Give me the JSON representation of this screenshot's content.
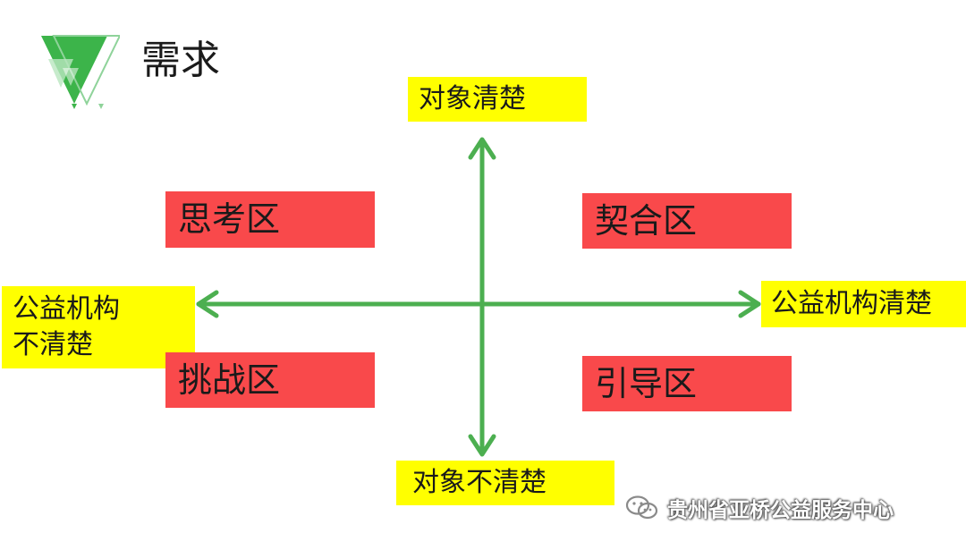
{
  "title": "需求",
  "axes": {
    "top": "对象清楚",
    "bottom": "对象不清楚",
    "left_lines": [
      "公益机构",
      "不清楚"
    ],
    "right": "公益机构清楚",
    "axis_color": "#4caf50"
  },
  "quadrants": {
    "top_left": "思考区",
    "top_right": "契合区",
    "bottom_left": "挑战区",
    "bottom_right": "引导区"
  },
  "colors": {
    "axis_label_bg": "#ffff00",
    "quadrant_bg": "#f9494b",
    "logo_green": "#3cb44a"
  },
  "watermark": {
    "icon": "wechat-icon",
    "text": "贵州省亚桥公益服务中心"
  }
}
